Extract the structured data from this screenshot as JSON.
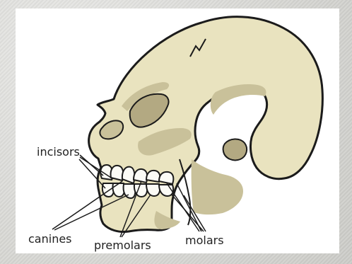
{
  "diagram": {
    "labels": {
      "incisors": "incisors",
      "canines": "canines",
      "premolars": "premolars",
      "molars": "molars"
    },
    "colors": {
      "bone": "#e9e3bf",
      "bone_shadow": "#c9c19a",
      "outline": "#1b1b1b",
      "teeth": "#fbfbf6",
      "background": "#ffffff"
    }
  }
}
